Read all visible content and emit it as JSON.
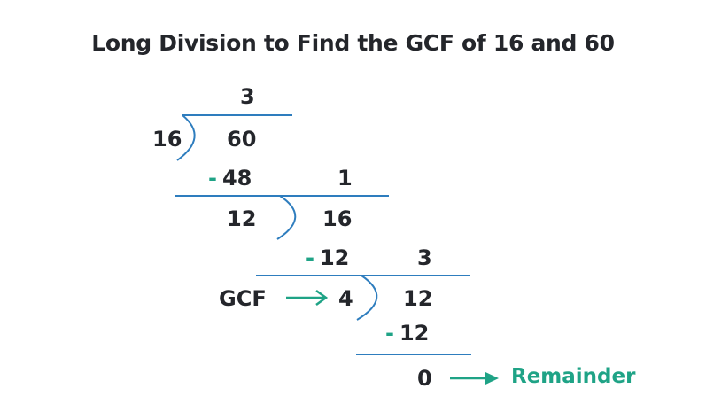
{
  "title": "Long Division to Find the GCF of 16 and 60",
  "colors": {
    "text": "#24262b",
    "line": "#2e7dbe",
    "accent": "#1fa386"
  },
  "steps": [
    {
      "divisor": "16",
      "dividend": "60",
      "quotient": "3",
      "subtract": "48",
      "remainder": "12"
    },
    {
      "divisor": "12",
      "dividend": "16",
      "quotient": "1",
      "subtract": "12",
      "remainder": "4"
    },
    {
      "divisor": "4",
      "dividend": "12",
      "quotient": "3",
      "subtract": "12",
      "remainder": "0"
    }
  ],
  "labels": {
    "minus": "-",
    "gcf": "GCF",
    "remainder": "Remainder"
  }
}
